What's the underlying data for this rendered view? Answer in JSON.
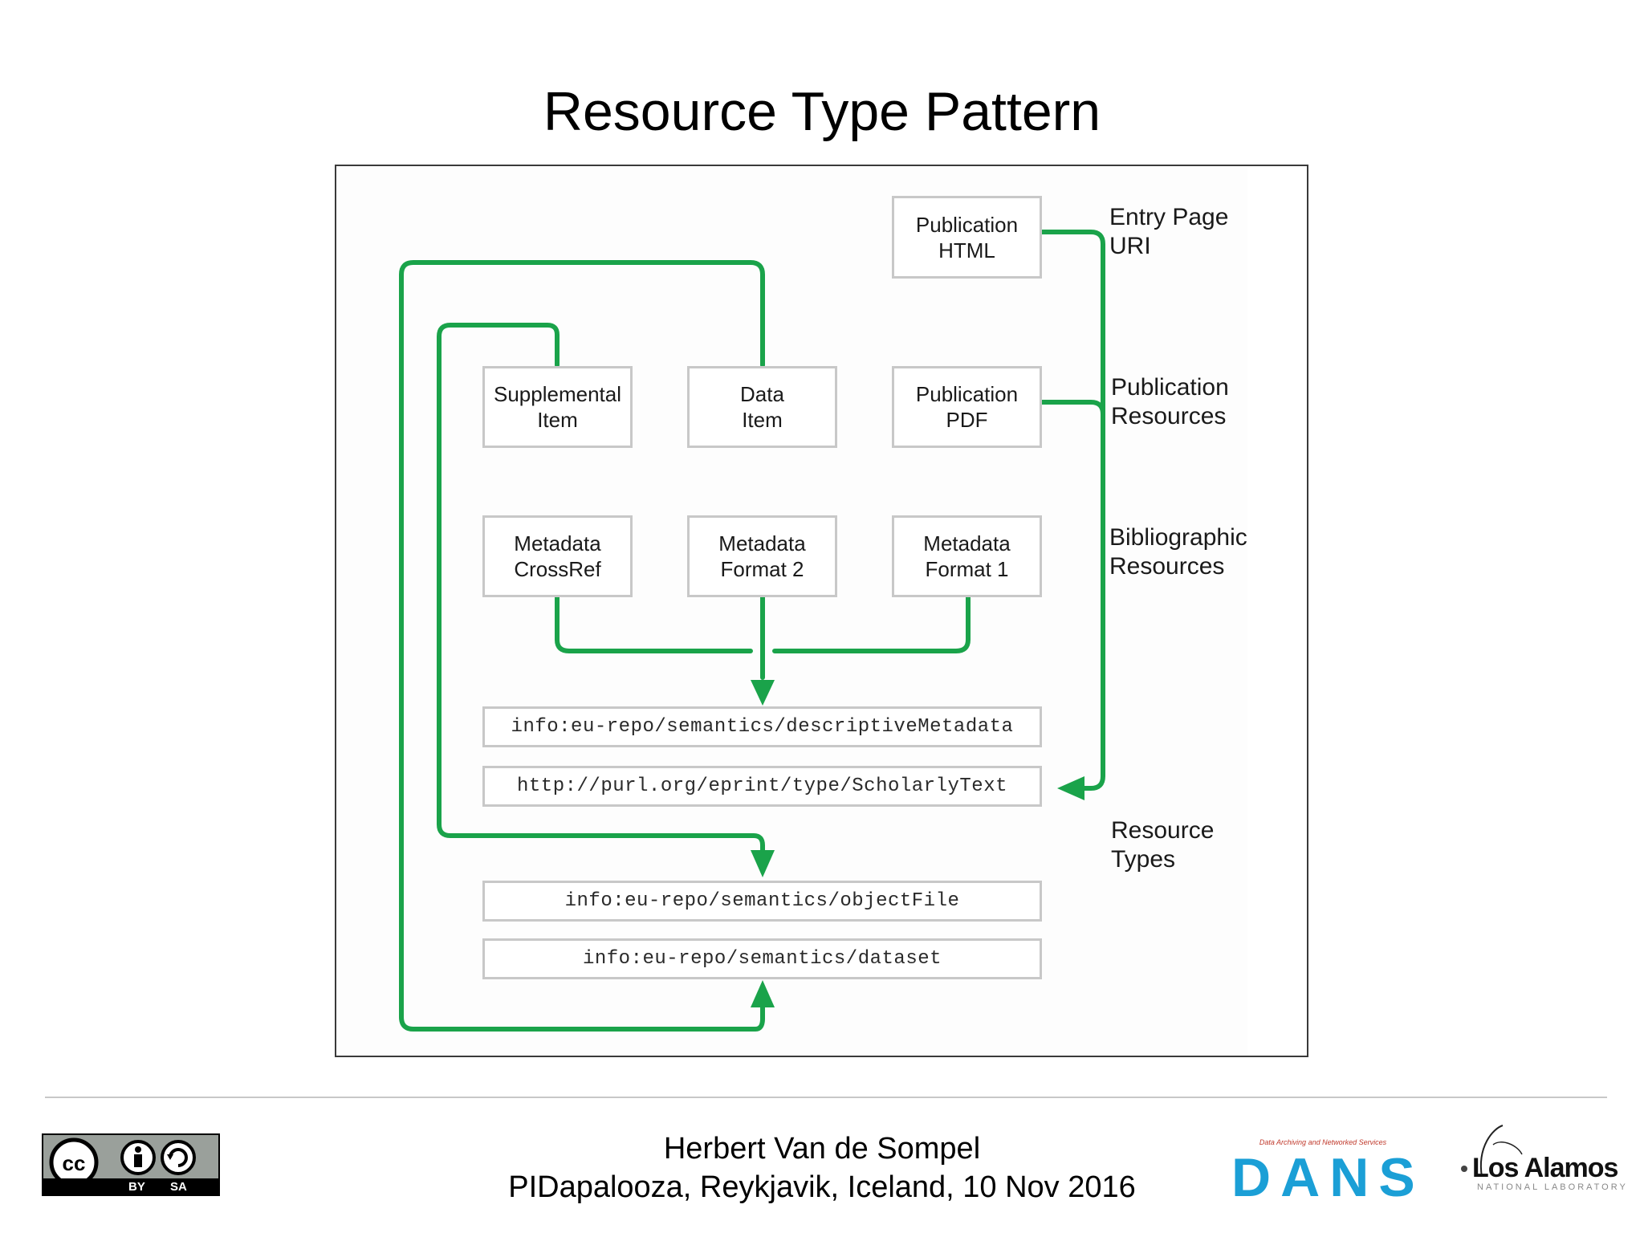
{
  "title": "Resource Type Pattern",
  "diagram": {
    "nodes": {
      "pub_html": [
        "Publication",
        "HTML"
      ],
      "supplemental": [
        "Supplemental",
        "Item"
      ],
      "data_item": [
        "Data",
        "Item"
      ],
      "pub_pdf": [
        "Publication",
        "PDF"
      ],
      "meta_crossref": [
        "Metadata",
        "CrossRef"
      ],
      "meta_format2": [
        "Metadata",
        "Format 2"
      ],
      "meta_format1": [
        "Metadata",
        "Format 1"
      ]
    },
    "resource_types": {
      "descriptive": "info:eu-repo/semantics/descriptiveMetadata",
      "scholarly": "http://purl.org/eprint/type/ScholarlyText",
      "object_file": "info:eu-repo/semantics/objectFile",
      "dataset": "info:eu-repo/semantics/dataset"
    },
    "labels": {
      "entry_page": [
        "Entry Page",
        "URI"
      ],
      "publication_resources": [
        "Publication",
        "Resources"
      ],
      "bibliographic_resources": [
        "Bibliographic",
        "Resources"
      ],
      "resource_types": [
        "Resource",
        "Types"
      ]
    },
    "arrow_color": "#1aa34a"
  },
  "footer": {
    "author": "Herbert Van de Sompel",
    "event": "PIDapalooza, Reykjavik, Iceland, 10 Nov 2016",
    "license_badge": [
      "cc",
      "BY",
      "SA"
    ],
    "logos": {
      "dans_tagline": "Data Archiving and Networked Services",
      "dans": "DANS",
      "los_alamos": "Los Alamos",
      "los_alamos_sub": "NATIONAL LABORATORY"
    }
  }
}
